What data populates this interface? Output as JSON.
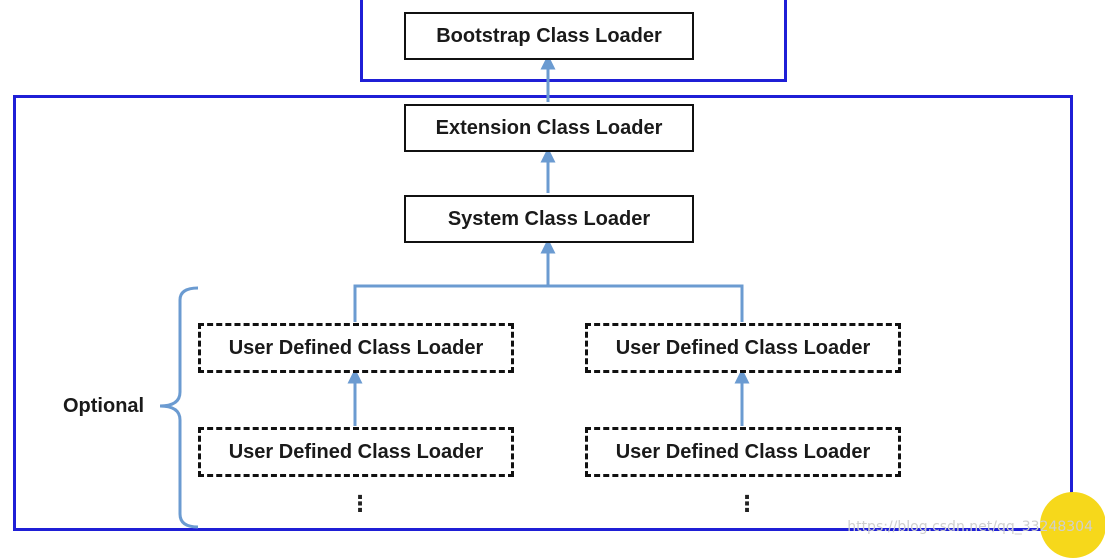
{
  "diagram": {
    "bootstrap_loader": "Bootstrap Class Loader",
    "extension_loader": "Extension Class Loader",
    "system_loader": "System Class Loader",
    "user_loader_left_top": "User Defined Class Loader",
    "user_loader_right_top": "User Defined Class Loader",
    "user_loader_left_bottom": "User Defined Class Loader",
    "user_loader_right_bottom": "User Defined Class Loader",
    "optional_label": "Optional",
    "ellipsis_left": "⋮",
    "ellipsis_right": "⋮"
  },
  "watermark": "https://blog.csdn.net/qq_33248304",
  "colors": {
    "frame": "#1f1fd6",
    "arrow": "#6b9bd1",
    "brace": "#6b9bd1",
    "cursor_highlight": "#f6d81b"
  }
}
